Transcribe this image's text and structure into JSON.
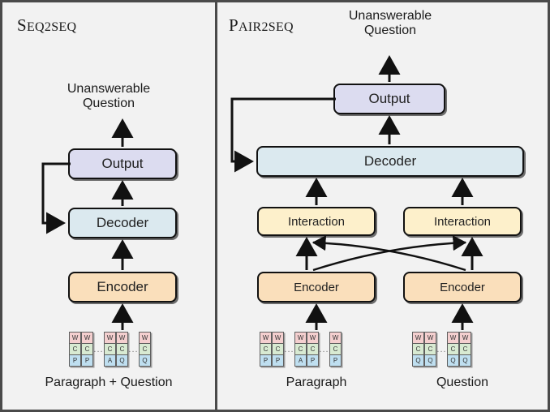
{
  "figure": {
    "background": "#f2f2f2",
    "border_color": "#4a4a4a",
    "colors": {
      "output": "#dcdcf0",
      "decoder": "#dbe9ef",
      "encoder": "#fadfbb",
      "interaction": "#fdf0cb",
      "token_w": "#f4cfcf",
      "token_c": "#d8ead2",
      "token_bottom": "#bfdff0",
      "arrow": "#111111"
    }
  },
  "left_panel": {
    "title_cap": "S",
    "title_rest": "EQ2S",
    "title_tail": "EQ",
    "title_full": "Seq2Seq",
    "top_label": "Unanswerable Question",
    "boxes": {
      "output": "Output",
      "decoder": "Decoder",
      "encoder": "Encoder"
    },
    "input_caption": "Paragraph + Question",
    "tokens": [
      {
        "w": "W",
        "c": "C",
        "b": "P"
      },
      {
        "w": "W",
        "c": "C",
        "b": "P"
      },
      {
        "w": "W",
        "c": "C",
        "b": "A"
      },
      {
        "w": "W",
        "c": "C",
        "b": "Q"
      },
      {
        "w": "W",
        "c": "C",
        "b": "Q"
      }
    ],
    "ellipsis_after": [
      1,
      3
    ],
    "ellipsis_glyph": "..."
  },
  "right_panel": {
    "title_cap": "P",
    "title_rest": "AIR2S",
    "title_tail": "EQ",
    "title_full": "Pair2Seq",
    "top_label": "Unanswerable Question",
    "boxes": {
      "output": "Output",
      "decoder": "Decoder",
      "interaction_left": "Interaction",
      "interaction_right": "Interaction",
      "encoder_left": "Encoder",
      "encoder_right": "Encoder"
    },
    "caption_left": "Paragraph",
    "caption_right": "Question",
    "tokens_left": [
      {
        "w": "W",
        "c": "C",
        "b": "P"
      },
      {
        "w": "W",
        "c": "C",
        "b": "P"
      },
      {
        "w": "W",
        "c": "C",
        "b": "A"
      },
      {
        "w": "W",
        "c": "C",
        "b": "P"
      },
      {
        "w": "W",
        "c": "C",
        "b": "P"
      }
    ],
    "ellipsis_left_after": [
      1,
      3
    ],
    "tokens_right": [
      {
        "w": "W",
        "c": "C",
        "b": "Q"
      },
      {
        "w": "W",
        "c": "C",
        "b": "Q"
      },
      {
        "w": "W",
        "c": "C",
        "b": "Q"
      },
      {
        "w": "W",
        "c": "C",
        "b": "Q"
      }
    ],
    "ellipsis_right_after": [
      1
    ],
    "ellipsis_glyph": "..."
  }
}
